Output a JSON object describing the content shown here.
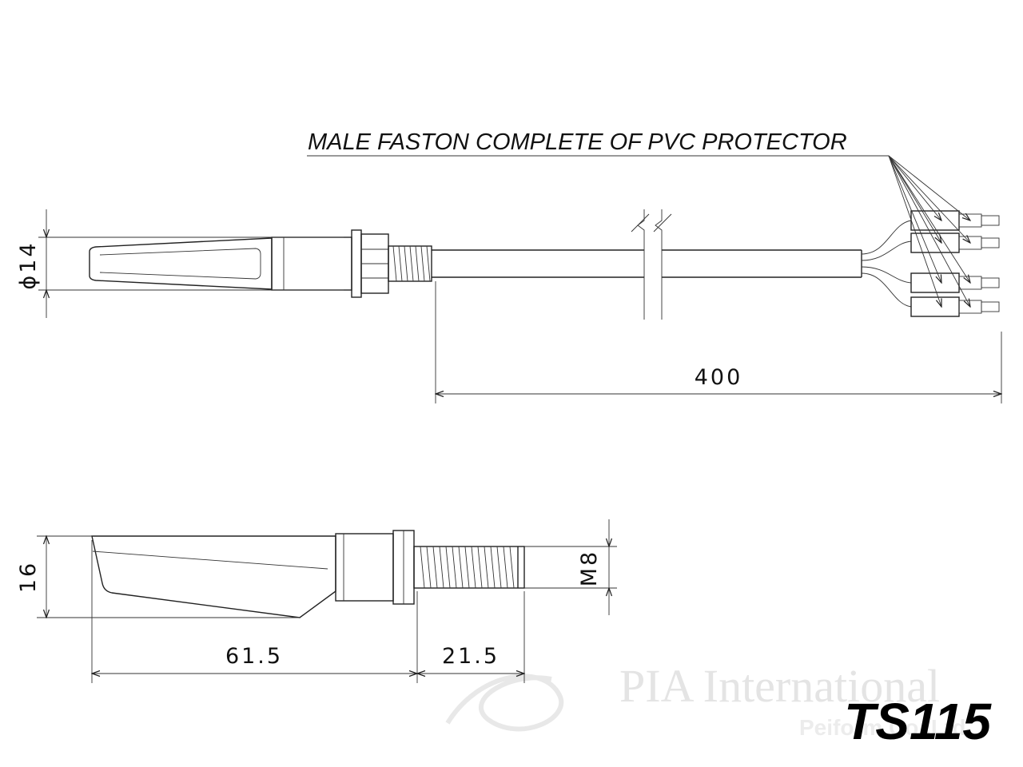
{
  "note": {
    "faston_label": "MALE FASTON COMPLETE OF PVC PROTECTOR"
  },
  "top_view": {
    "diameter_label": "ϕ14",
    "cable_length_label": "400"
  },
  "side_view": {
    "height_label": "16",
    "body_length_label": "61.5",
    "thread_length_label": "21.5",
    "thread_size_label": "M8"
  },
  "model": {
    "code": "TS115"
  },
  "watermark": {
    "text": "PIA International",
    "subtext": "Peiform Co.,Ltd."
  }
}
